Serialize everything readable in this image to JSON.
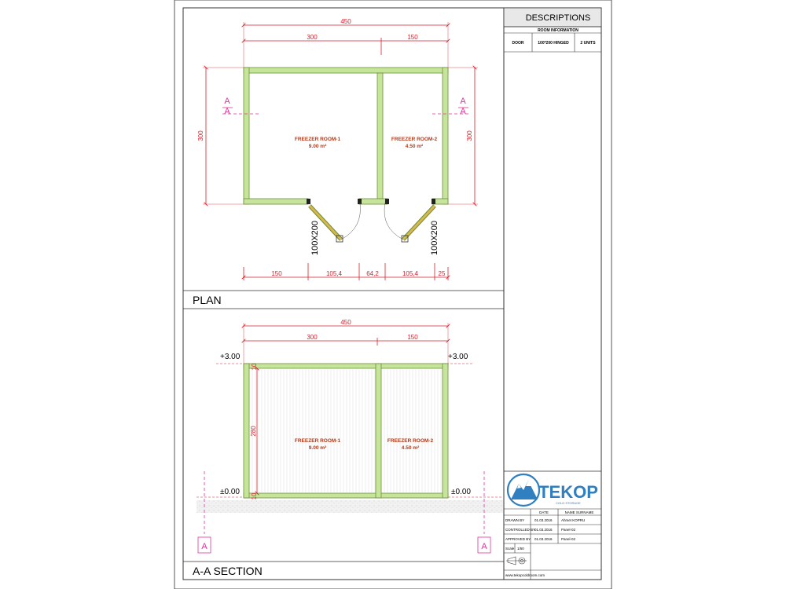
{
  "descriptions": {
    "title": "DESCRIPTIONS",
    "room_info": "ROOM INFORMATION",
    "door_label": "DOOR",
    "door_spec": "100*200 HINGED",
    "door_units": "2 UNITS"
  },
  "sections": {
    "plan": "PLAN",
    "aa": "A-A SECTION"
  },
  "plan": {
    "top_total": "450",
    "top_left": "300",
    "top_right": "150",
    "left_height": "300",
    "right_height": "300",
    "bottom_dims": [
      "150",
      "105,4",
      "64,2",
      "105,4",
      "25"
    ],
    "door_size": "100X200",
    "room1": {
      "name": "FREEZER ROOM-1",
      "area": "9.00 m²"
    },
    "room2": {
      "name": "FREEZER ROOM-2",
      "area": "4.50 m²"
    },
    "section_marker": "A"
  },
  "aa_section": {
    "top_total": "450",
    "top_left": "300",
    "top_right": "150",
    "level_top": "+3.00",
    "level_bottom": "±0.00",
    "height": "280",
    "small_top": "10",
    "small_bottom": "10",
    "room1": {
      "name": "FREEZER ROOM-1",
      "area": "9.00 m²"
    },
    "room2": {
      "name": "FREEZER ROOM-2",
      "area": "4.50 m²"
    },
    "section_marker": "A"
  },
  "title_block": {
    "logo_text": "TEKOP",
    "logo_subtitle": "COLD STORAGE",
    "header_date": "DATE",
    "header_name": "NAME SURNAME",
    "rows": [
      {
        "label": "DRAWN BY",
        "date": "01.03.2016",
        "name": "Ahmet KOPRU"
      },
      {
        "label": "CONTROLLED BY",
        "date": "01.03.2016",
        "name": "Panel-02"
      },
      {
        "label": "APPROVED BY",
        "date": "01.03.2016",
        "name": "Panel-02"
      }
    ],
    "scale_label": "Scale",
    "scale_value": "1/50",
    "footer": "www.tekopcoldroom.com"
  },
  "colors": {
    "wall": "#c6e59a",
    "wall_stroke": "#6d8d3a",
    "dimension": "#d3202c",
    "marker": "#e0349a",
    "room_text": "#b03a1a",
    "logo": "#2f7fc1"
  }
}
